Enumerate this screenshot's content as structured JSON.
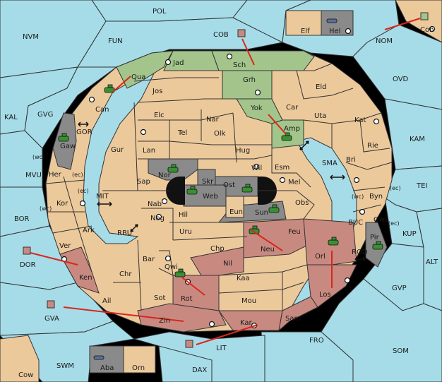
{
  "colors": {
    "sea": "#a6dce8",
    "land": "#ecc99b",
    "green": "#a3c58c",
    "red": "#c88a80",
    "gray": "#8a8a8a",
    "dark": "#111111",
    "arrow": "#d9261c",
    "unit": "#3a8f33"
  },
  "provinces": {
    "pol": "POL",
    "nvm": "NVM",
    "fun": "FUN",
    "cob": "COB",
    "nom": "NOM",
    "con": "Con",
    "elf": "Elf",
    "hel": "Hel",
    "ovd": "OVD",
    "kal": "KAL",
    "gvg": "GVG",
    "kam": "KAM",
    "tei": "TEI",
    "mvu": "MVU",
    "bor": "BOR",
    "kup": "KUP",
    "alt": "ALT",
    "gvp": "GVP",
    "dor": "DOR",
    "gva": "GVA",
    "fro": "FRO",
    "som": "SOM",
    "swm": "SWM",
    "lit": "LIT",
    "dax": "DAX",
    "cow": "Cow",
    "aba": "Aba",
    "orn": "Orn",
    "jad": "Jad",
    "sch": "Sch",
    "qua": "Qua",
    "jos": "Jos",
    "grh": "Grh",
    "can": "Can",
    "yok": "Yok",
    "car": "Car",
    "eld": "Eld",
    "elc": "Elc",
    "nar": "Nar",
    "uta": "Uta",
    "tel": "Tel",
    "olk": "Olk",
    "amp": "Amp",
    "kat": "Kat",
    "gor": "GOR",
    "gaw": "Gaw",
    "gur": "Gur",
    "lan": "Lan",
    "hug": "Hug",
    "rie": "Rie",
    "sma": "SMA",
    "bri": "Bri",
    "wc1": "(wc)",
    "ec1": "(ec)",
    "her": "Her",
    "nor": "Nor",
    "skr": "Skr",
    "wil": "Wil",
    "esm": "Esm",
    "sap": "Sap",
    "ost": "Ost",
    "web": "Web",
    "mel": "Mel",
    "ec2": "(ec)",
    "wc2": "(wc)",
    "byn": "Byn",
    "ec3": "(ec)",
    "kor": "Kor",
    "mit": "MIT",
    "wc3": "(wc)",
    "nab": "Nab",
    "eun": "Eun",
    "obs": "Obs",
    "gwa": "Gwa",
    "ec4": "(ec)",
    "hil": "Hil",
    "sun": "Sun",
    "buc": "BUC",
    "nog": "Nog",
    "ark": "Ark",
    "rbu": "RBU",
    "uru": "Uru",
    "feu": "Feu",
    "pir": "Pir",
    "ver": "Ver",
    "chp": "Chp",
    "neu": "Neu",
    "orl": "Orl",
    "rod": "ROD",
    "bar": "Bar",
    "nil": "Nil",
    "qwi": "Qwi",
    "chr": "Chr",
    "ken": "Ken",
    "kaa": "Kaa",
    "los": "Los",
    "sot": "Sot",
    "rot": "Rot",
    "ail": "Ail",
    "mou": "Mou",
    "zin": "Zin",
    "sam": "Sam",
    "kar": "Kar"
  }
}
